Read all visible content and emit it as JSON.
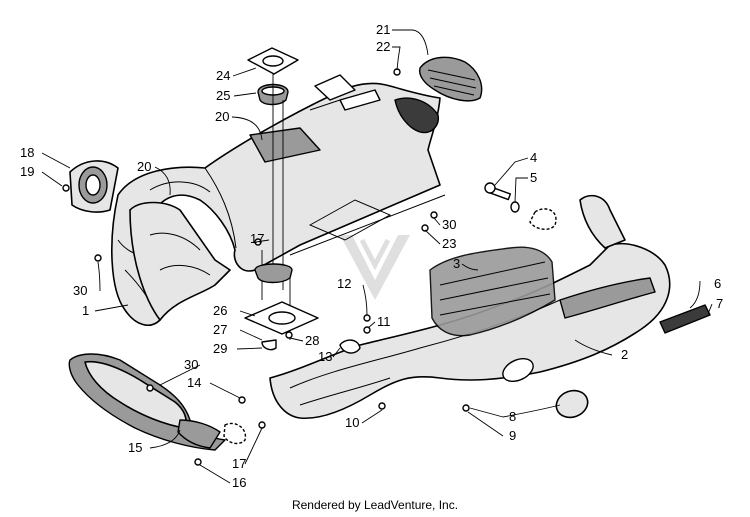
{
  "callouts": [
    {
      "id": "c1",
      "text": "1"
    },
    {
      "id": "c2",
      "text": "2"
    },
    {
      "id": "c3",
      "text": "3"
    },
    {
      "id": "c4",
      "text": "4"
    },
    {
      "id": "c5",
      "text": "5"
    },
    {
      "id": "c6",
      "text": "6"
    },
    {
      "id": "c7",
      "text": "7"
    },
    {
      "id": "c8",
      "text": "8"
    },
    {
      "id": "c9",
      "text": "9"
    },
    {
      "id": "c10",
      "text": "10"
    },
    {
      "id": "c11",
      "text": "11"
    },
    {
      "id": "c12",
      "text": "12"
    },
    {
      "id": "c13",
      "text": "13"
    },
    {
      "id": "c14",
      "text": "14"
    },
    {
      "id": "c15",
      "text": "15"
    },
    {
      "id": "c16",
      "text": "16"
    },
    {
      "id": "c17a",
      "text": "17"
    },
    {
      "id": "c17b",
      "text": "17"
    },
    {
      "id": "c18",
      "text": "18"
    },
    {
      "id": "c19",
      "text": "19"
    },
    {
      "id": "c20a",
      "text": "20"
    },
    {
      "id": "c20b",
      "text": "20"
    },
    {
      "id": "c21",
      "text": "21"
    },
    {
      "id": "c22",
      "text": "22"
    },
    {
      "id": "c23",
      "text": "23"
    },
    {
      "id": "c24",
      "text": "24"
    },
    {
      "id": "c25",
      "text": "25"
    },
    {
      "id": "c26",
      "text": "26"
    },
    {
      "id": "c27",
      "text": "27"
    },
    {
      "id": "c28",
      "text": "28"
    },
    {
      "id": "c29",
      "text": "29"
    },
    {
      "id": "c30a",
      "text": "30"
    },
    {
      "id": "c30b",
      "text": "30"
    },
    {
      "id": "c30c",
      "text": "30"
    }
  ],
  "footer": {
    "text": "Rendered by LeadVenture, Inc."
  }
}
